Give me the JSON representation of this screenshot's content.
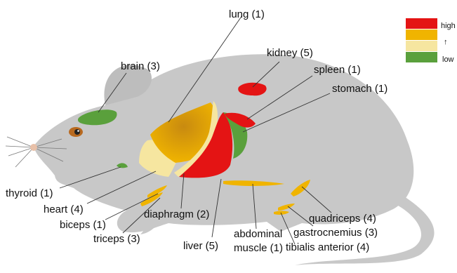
{
  "colors": {
    "body": "#c8c8c8",
    "high": "#e41414",
    "mid_high": "#f0b400",
    "mid_low": "#f6e6a0",
    "low": "#5aa03c"
  },
  "legend": {
    "high_label": "high",
    "low_label": "low",
    "arrow": "↑"
  },
  "labels": {
    "lung": "lung (1)",
    "brain": "brain (3)",
    "kidney": "kidney (5)",
    "spleen": "spleen (1)",
    "stomach": "stomach (1)",
    "thyroid": "thyroid (1)",
    "heart": "heart (4)",
    "biceps": "biceps (1)",
    "triceps": "triceps (3)",
    "diaphragm": "diaphragm (2)",
    "liver": "liver (5)",
    "abdominal_line1": "abdominal",
    "abdominal_line2": "muscle (1)",
    "quadriceps": "quadriceps (4)",
    "gastrocnemius": "gastrocnemius (3)",
    "tibialis": "tibialis anterior (4)"
  }
}
